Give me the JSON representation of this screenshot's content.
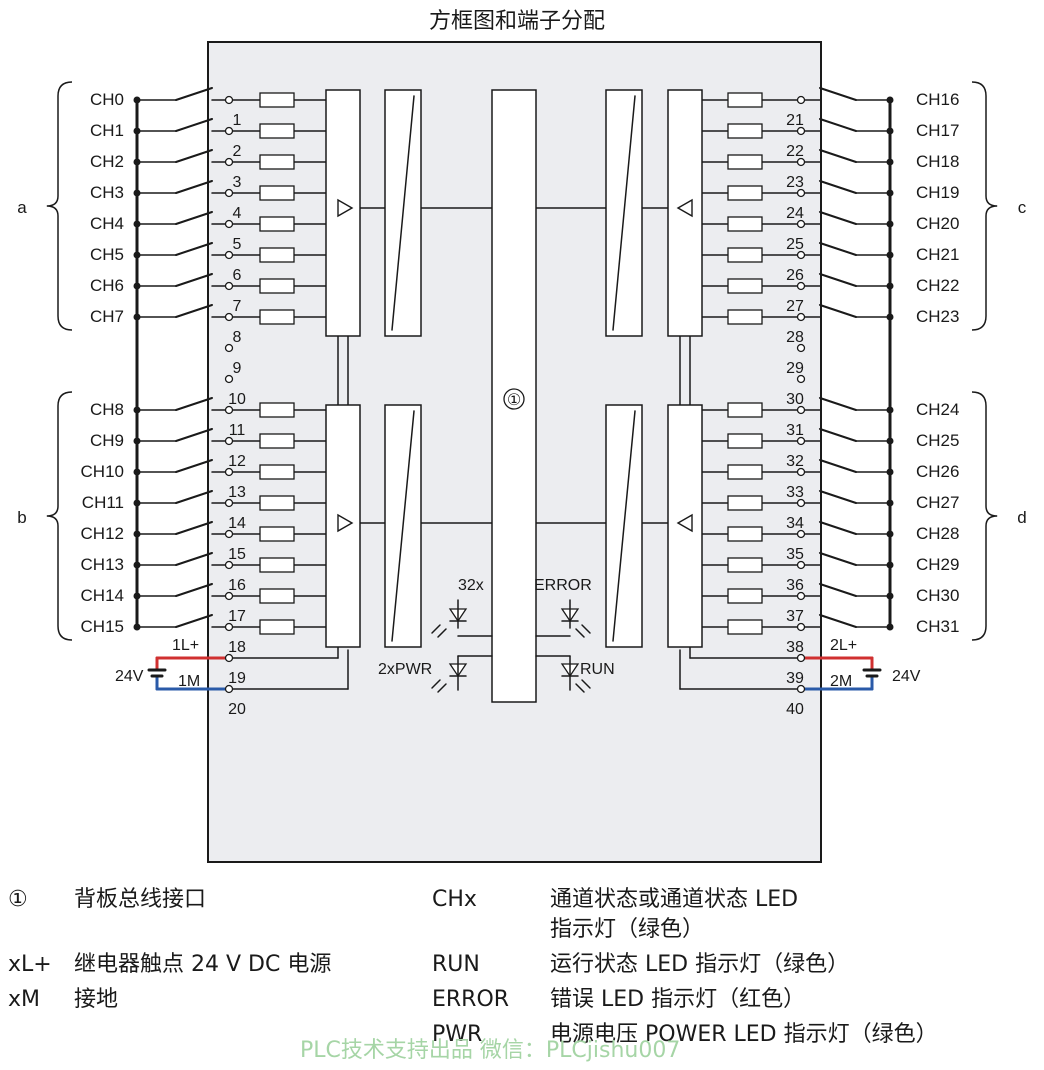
{
  "title": "方框图和端子分配",
  "groups": {
    "a": "a",
    "b": "b",
    "c": "c",
    "d": "d"
  },
  "left_channels": [
    "CH0",
    "CH1",
    "CH2",
    "CH3",
    "CH4",
    "CH5",
    "CH6",
    "CH7",
    "CH8",
    "CH9",
    "CH10",
    "CH11",
    "CH12",
    "CH13",
    "CH14",
    "CH15"
  ],
  "right_channels": [
    "CH16",
    "CH17",
    "CH18",
    "CH19",
    "CH20",
    "CH21",
    "CH22",
    "CH23",
    "CH24",
    "CH25",
    "CH26",
    "CH27",
    "CH28",
    "CH29",
    "CH30",
    "CH31"
  ],
  "left_terminals": [
    "1",
    "2",
    "3",
    "4",
    "5",
    "6",
    "7",
    "8",
    "9",
    "10",
    "11",
    "12",
    "13",
    "14",
    "15",
    "16",
    "17",
    "18",
    "19",
    "20"
  ],
  "right_terminals": [
    "21",
    "22",
    "23",
    "24",
    "25",
    "26",
    "27",
    "28",
    "29",
    "30",
    "31",
    "32",
    "33",
    "34",
    "35",
    "36",
    "37",
    "38",
    "39",
    "40"
  ],
  "power_labels": {
    "l_plus_1": "1L+",
    "m_1": "1M",
    "l_plus_2": "2L+",
    "m_2": "2M",
    "v_left": "24V",
    "v_right": "24V"
  },
  "center_label": "①",
  "led_labels": {
    "x32": "32x",
    "error": "ERROR",
    "pwr": "2xPWR",
    "run": "RUN"
  },
  "colors": {
    "line": "#1a1a1a",
    "plus": "#d03030",
    "minus": "#2a5aa8",
    "module_fill": "#ecedf0"
  },
  "legend": [
    {
      "key": "①",
      "desc": "背板总线接口"
    },
    {
      "key": "xL+",
      "desc": "继电器触点 24 V DC 电源"
    },
    {
      "key": "xM",
      "desc": "接地"
    },
    {
      "key": "CHx",
      "desc": "通道状态或通道状态 LED",
      "desc2": "指示灯（绿色）"
    },
    {
      "key": "RUN",
      "desc": "运行状态 LED 指示灯（绿色）"
    },
    {
      "key": "ERROR",
      "desc": "错误 LED 指示灯（红色）"
    },
    {
      "key": "PWR",
      "desc": "电源电压 POWER LED 指示灯（绿色）"
    }
  ],
  "watermark": "PLC技术支持出品  微信：PLCjishu007"
}
